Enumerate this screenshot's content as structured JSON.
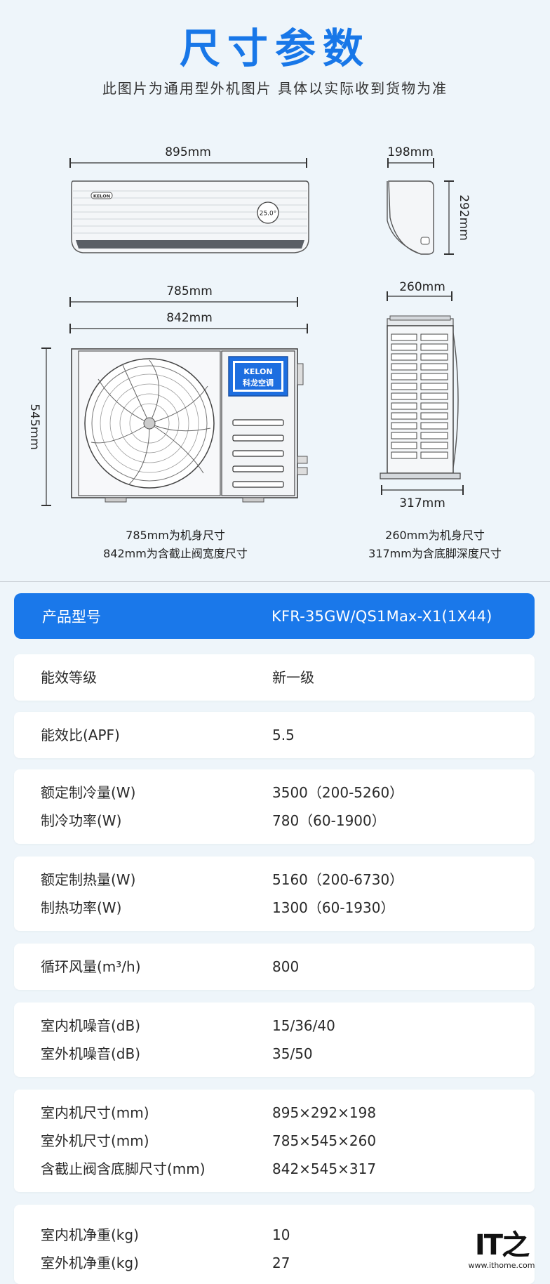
{
  "title": "尺寸参数",
  "subtitle": "此图片为通用型外机图片 具体以实际收到货物为准",
  "diagram": {
    "indoor_width": "895mm",
    "indoor_depth": "198mm",
    "indoor_height": "292mm",
    "indoor_display": "25.0°",
    "indoor_brand": "KELON",
    "outdoor_body_width": "785mm",
    "outdoor_valve_width": "842mm",
    "outdoor_height": "545mm",
    "outdoor_body_depth": "260mm",
    "outdoor_foot_depth": "317mm",
    "outdoor_brand": "KELON",
    "outdoor_brand_cn": "科龙空调"
  },
  "notes": {
    "left_1": "785mm为机身尺寸",
    "left_2": "842mm为含截止阀宽度尺寸",
    "right_1": "260mm为机身尺寸",
    "right_2": "317mm为含底脚深度尺寸"
  },
  "specs": {
    "model_label": "产品型号",
    "model_value": "KFR-35GW/QS1Max-X1(1X44)",
    "rows": [
      {
        "k": "能效等级",
        "v": "新一级"
      },
      {
        "k": "能效比(APF)",
        "v": "5.5"
      },
      {
        "k": "额定制冷量(W)",
        "v": "3500（200-5260）"
      },
      {
        "k": "制冷功率(W)",
        "v": "780（60-1900）"
      },
      {
        "k": "额定制热量(W)",
        "v": "5160（200-6730）"
      },
      {
        "k": "制热功率(W)",
        "v": "1300（60-1930）"
      },
      {
        "k": "循环风量(m³/h)",
        "v": "800"
      },
      {
        "k": "室内机噪音(dB)",
        "v": "15/36/40"
      },
      {
        "k": "室外机噪音(dB)",
        "v": "35/50"
      },
      {
        "k": "室内机尺寸(mm)",
        "v": "895×292×198"
      },
      {
        "k": "室外机尺寸(mm)",
        "v": "785×545×260"
      },
      {
        "k": "含截止阀含底脚尺寸(mm)",
        "v": "842×545×317"
      },
      {
        "k": "室内机净重(kg)",
        "v": "10"
      },
      {
        "k": "室外机净重(kg)",
        "v": "27"
      }
    ]
  },
  "watermark": {
    "mark": "IT之",
    "url": "www.ithome.com"
  }
}
